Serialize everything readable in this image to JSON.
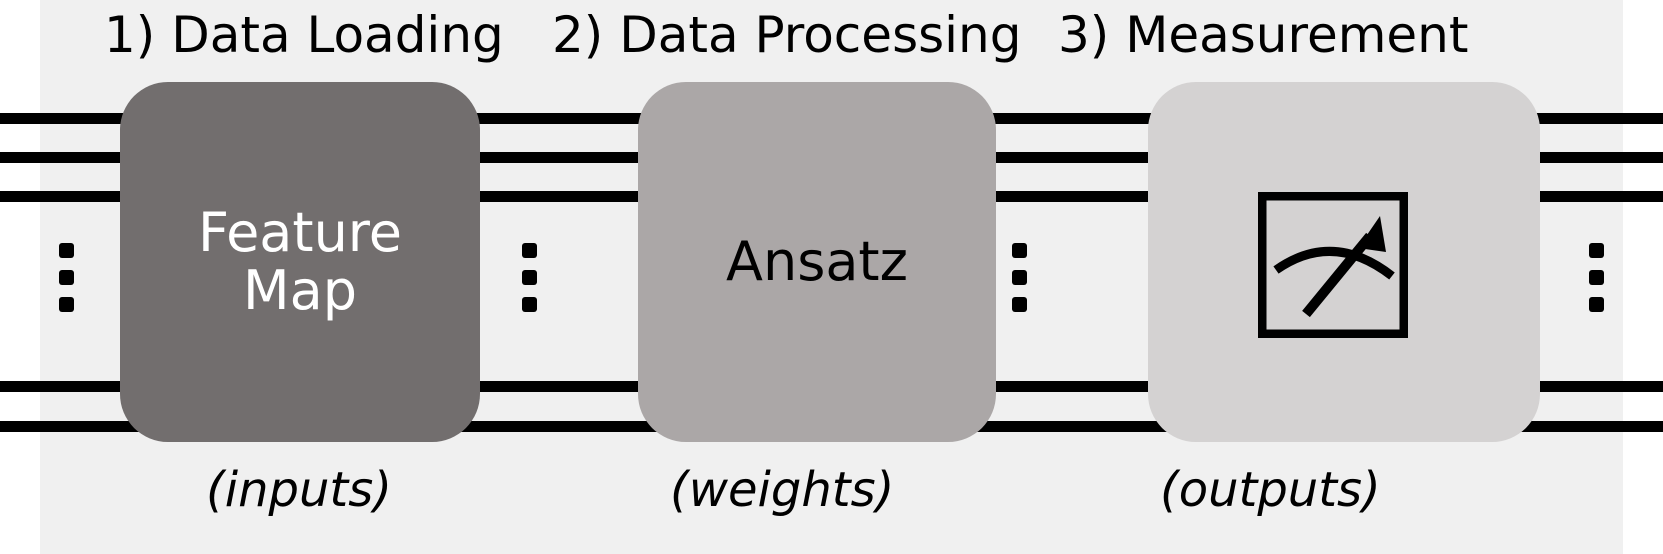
{
  "diagram": {
    "title_implied": "Quantum neural network circuit stages",
    "background_color": "#f0f0f0",
    "wire_color": "#000000",
    "stages": [
      {
        "heading": "1) Data Loading",
        "box_label_line1": "Feature",
        "box_label_line2": "Map",
        "caption": "(inputs)",
        "box_color": "#726e6e",
        "text_color": "#ffffff"
      },
      {
        "heading": "2) Data Processing",
        "box_label_line1": "Ansatz",
        "box_label_line2": "",
        "caption": "(weights)",
        "box_color": "#aba7a7",
        "text_color": "#000000"
      },
      {
        "heading": "3) Measurement",
        "box_label_line1": "",
        "box_label_line2": "",
        "caption": "(outputs)",
        "box_color": "#d4d2d2",
        "text_color": "#000000",
        "icon": "measurement-meter-icon"
      }
    ],
    "wires": {
      "count_drawn": 5,
      "ellipsis_symbol": "vertical-ellipsis",
      "ellipsis_count": 4
    }
  }
}
